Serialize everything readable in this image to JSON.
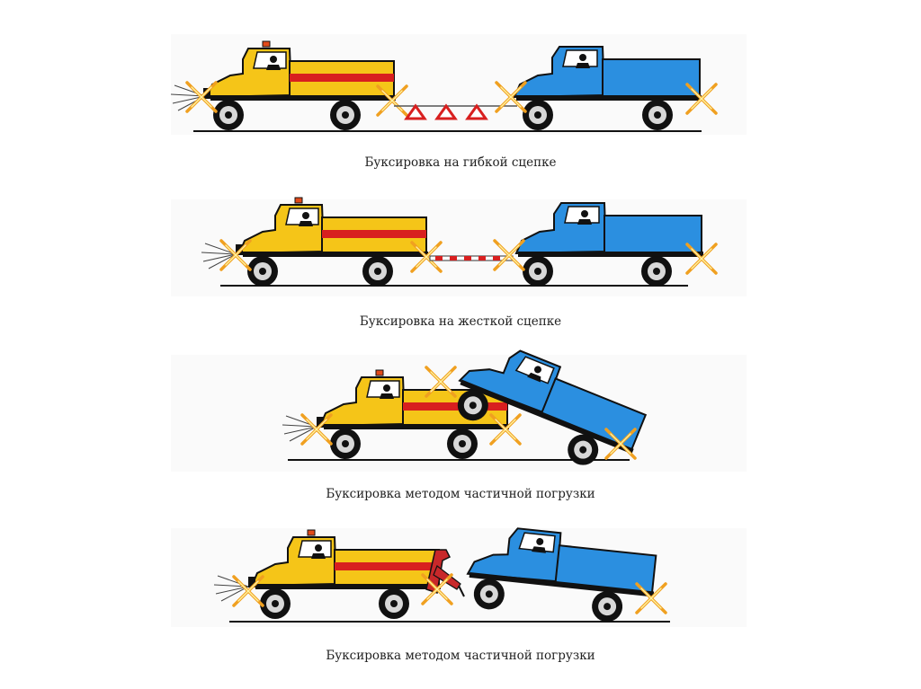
{
  "colors": {
    "tow_truck": "#f5c518",
    "towed_truck": "#2b8fe0",
    "stripe": "#d81f1f",
    "flash": "#f0a020"
  },
  "scenes": [
    {
      "id": "flexible",
      "caption": "Буксировка на гибкой сцепке"
    },
    {
      "id": "rigid",
      "caption": "Буксировка на жесткой сцепке"
    },
    {
      "id": "partial-load-1",
      "caption": "Буксировка методом частичной погрузки"
    },
    {
      "id": "partial-load-2",
      "caption": "Буксировка методом частичной погрузки"
    }
  ]
}
